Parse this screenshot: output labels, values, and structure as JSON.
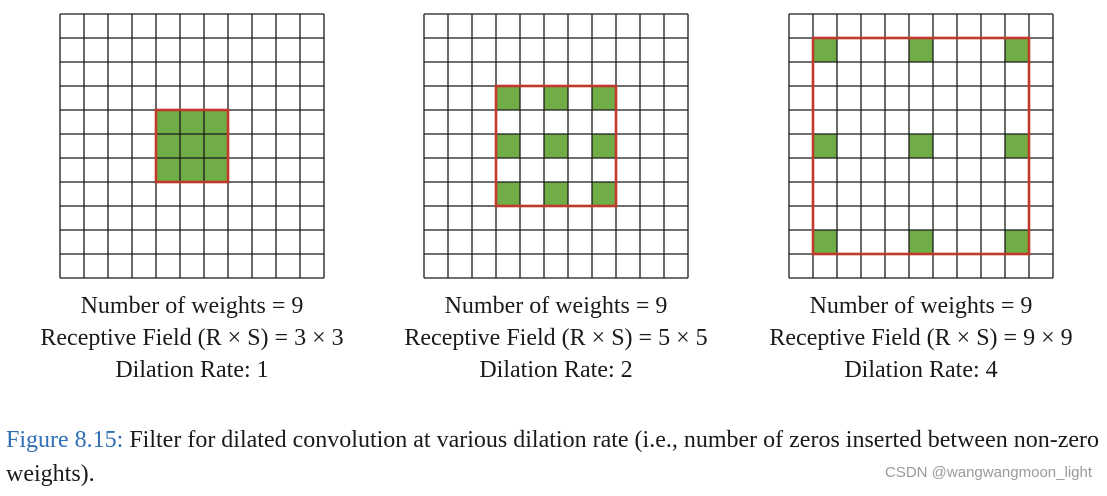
{
  "grid_cells": 11,
  "colors": {
    "weight_fill": "#70ad47",
    "receptive_border": "#c0392b",
    "grid_line": "#1a1a1a",
    "figure_label": "#2f6fb5"
  },
  "panels": [
    {
      "weights_count_label": "Number of weights = 9",
      "receptive_field_label": "Receptive Field (R × S) = 3 × 3",
      "dilation_label": "Dilation Rate: 1",
      "dilation_rate": 1,
      "receptive_size": 3
    },
    {
      "weights_count_label": "Number of weights = 9",
      "receptive_field_label": "Receptive Field (R × S) = 5 × 5",
      "dilation_label": "Dilation Rate: 2",
      "dilation_rate": 2,
      "receptive_size": 5
    },
    {
      "weights_count_label": "Number of weights = 9",
      "receptive_field_label": "Receptive Field (R × S) = 9 × 9",
      "dilation_label": "Dilation Rate: 4",
      "dilation_rate": 4,
      "receptive_size": 9
    }
  ],
  "figure_caption": {
    "label": "Figure 8.15:",
    "text": " Filter for dilated convolution at various dilation rate (i.e., number of zeros inserted between non-zero weights)."
  },
  "watermark": "CSDN @wangwangmoon_light"
}
